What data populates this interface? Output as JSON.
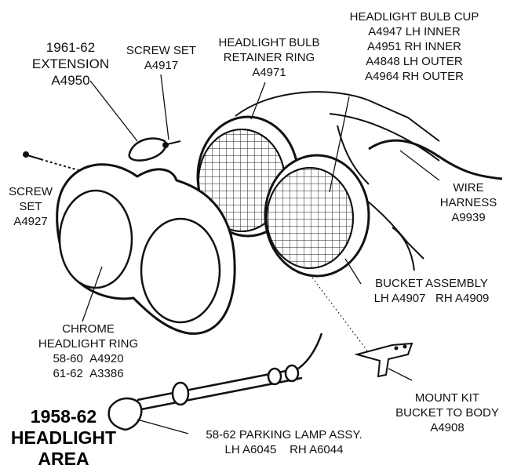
{
  "title": {
    "line1": "1958-62",
    "line2": "HEADLIGHT",
    "line3": "AREA"
  },
  "labels": {
    "extension": {
      "line1": "1961-62",
      "line2": "EXTENSION",
      "part": "A4950"
    },
    "screw_set_top": {
      "line1": "SCREW SET",
      "part": "A4917"
    },
    "retainer_ring": {
      "line1": "HEADLIGHT BULB",
      "line2": "RETAINER RING",
      "part": "A4971"
    },
    "bulb_cup": {
      "line1": "HEADLIGHT BULB CUP",
      "line2": "A4947 LH INNER",
      "line3": "A4951 RH INNER",
      "line4": "A4848 LH OUTER",
      "line5": "A4964 RH OUTER"
    },
    "screw_set_left": {
      "line1": "SCREW",
      "line2": "SET",
      "part": "A4927"
    },
    "wire_harness": {
      "line1": "WIRE",
      "line2": "HARNESS",
      "part": "A9939"
    },
    "bucket_assembly": {
      "line1": "BUCKET ASSEMBLY",
      "lh": "LH A4907",
      "rh": "RH A4909"
    },
    "chrome_ring": {
      "line1": "CHROME",
      "line2": "HEADLIGHT RING",
      "row1_years": "58-60",
      "row1_part": "A4920",
      "row2_years": "61-62",
      "row2_part": "A3386"
    },
    "mount_kit": {
      "line1": "MOUNT KIT",
      "line2": "BUCKET TO BODY",
      "part": "A4908"
    },
    "parking_lamp": {
      "line1": "58-62 PARKING LAMP ASSY.",
      "lh": "LH A6045",
      "rh": "RH A6044"
    }
  }
}
